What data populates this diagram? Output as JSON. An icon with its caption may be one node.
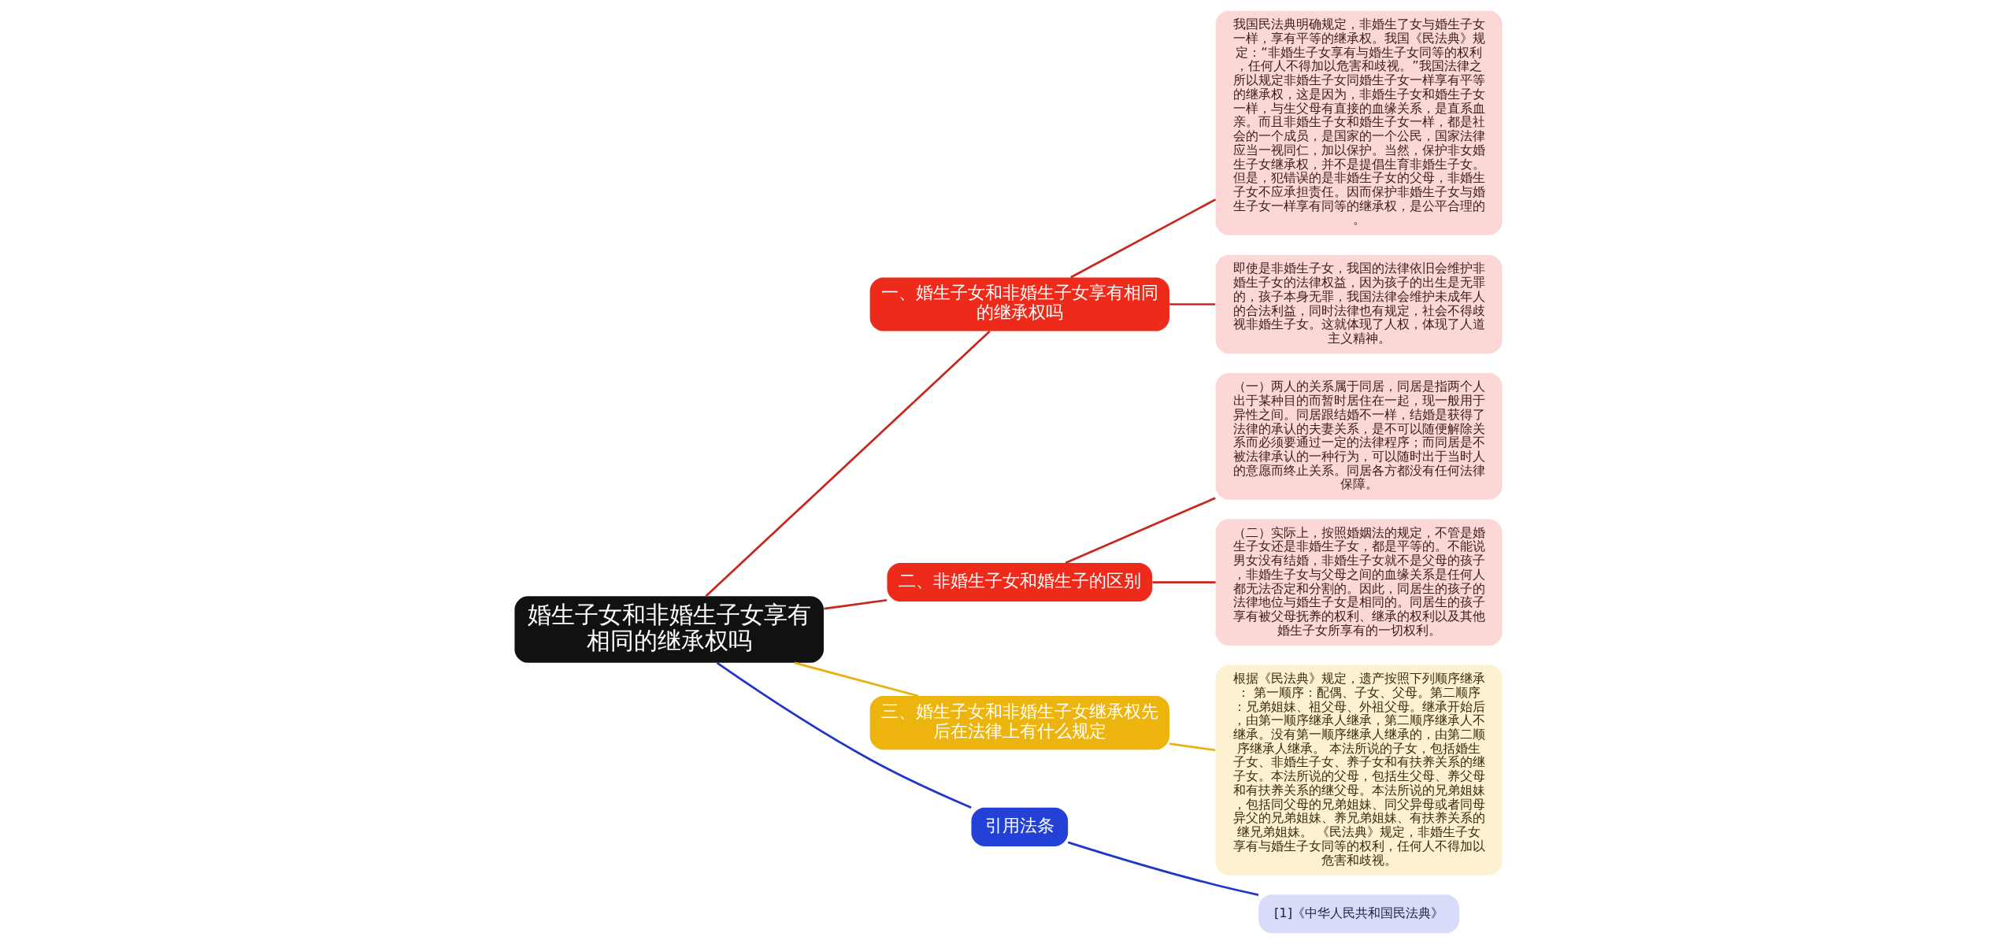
{
  "diagram": {
    "nodes": [
      {
        "text": [
          "婚生子女和非婚生子女享有相同的继承权吗"
        ]
      },
      {
        "text": [
          "一、婚生子女和非婚生子女享有相同的继承权吗"
        ]
      },
      {
        "text": [
          "我国民法典明确规定，非婚生了女与婚生子女一样，享有平等的继承权。我国《民法典》规定：“非婚生子女享有与婚生子女同等的权利，任何人不得加以危害和歧视。”我国法律之所以规定非婚生子女同婚生子女一样享有平等的继承权，这是因为，非婚生子女和婚生子女一样，与生父母有直接的血缘关系，是直系血亲。而且非婚生子女和婚生子女一样，都是社会的一个成员，是国家的一个公民，国家法律应当一视同仁，加以保护。当然，保护非女婚生子女继承权，并不是提倡生育非婚生子女。但是，犯错误的是非婚生子女的父母，非婚生子女不应承担责任。因而保护非婚生子女与婚生子女一样享有同等的继承权，是公平合理的。"
        ]
      },
      {
        "text": [
          "即使是非婚生子女，我国的法律依旧会维护非婚生子女的法律权益，因为孩子的出生是无罪的，孩子本身无罪，我国法律会维护未成年人的合法利益，同时法律也有规定，社会不得歧视非婚生子女。这就体现了人权，体现了人道主义精神。"
        ]
      },
      {
        "text": [
          "二、非婚生子女和婚生子的区别"
        ]
      },
      {
        "text": [
          "（一）两人的关系属于同居，同居是指两个人出于某种目的而暂时居住在一起，现一般用于异性之间。同居跟结婚不一样，结婚是获得了法律的承认的夫妻关系，是不可以随便解除关系而必须要通过一定的法律程序；而同居是不被法律承认的一种行为，可以随时出于当时人的意愿而终止关系。同居各方都没有任何法律保障。"
        ]
      },
      {
        "text": [
          "（二）实际上，按照婚姻法的规定，不管是婚生子女还是非婚生子女，都是平等的。不能说男女没有结婚，非婚生子女就不是父母的孩子，非婚生子女与父母之间的血缘关系是任何人都无法否定和分割的。因此，同居生的孩子的法律地位与婚生子女是相同的。同居生的孩子享有被父母抚养的权利、继承的权利以及其他婚生子女所享有的一切权利。"
        ]
      },
      {
        "text": [
          "三、婚生子女和非婚生子女继承权先后在法律上有什么规定"
        ]
      },
      {
        "text": [
          "根据《民法典》规定，遗产按照下列顺序继承： 第一顺序：配偶、子女、父母。第二顺序：兄弟姐妹、祖父母、外祖父母。继承开始后，由第一顺序继承人继承，第二顺序继承人不继承。没有第一顺序继承人继承的，由第二顺序继承人继承。 本法所说的子女，包括婚生子女、非婚生子女、养子女和有扶养关系的继子女。本法所说的父母，包括生父母、养父母和有扶养关系的继父母。本法所说的兄弟姐妹，包括同父母的兄弟姐妹、同父异母或者同母异父的兄弟姐妹、养兄弟姐妹、有扶养关系的继兄弟姐妹。 《民法典》规定，非婚生子女享有与婚生子女同等的权利，任何人不得加以危害和歧视。"
        ]
      },
      {
        "text": [
          "引用法条"
        ]
      },
      {
        "text": [
          "[1]《中华人民共和国民法典》"
        ]
      }
    ],
    "edges": [
      {
        "from": 0,
        "to": 1,
        "arrow": "none"
      },
      {
        "from": 1,
        "to": 2,
        "arrow": "none"
      },
      {
        "from": 1,
        "to": 3,
        "arrow": "none"
      },
      {
        "from": 0,
        "to": 4,
        "arrow": "none"
      },
      {
        "from": 4,
        "to": 5,
        "arrow": "none"
      },
      {
        "from": 4,
        "to": 6,
        "arrow": "none"
      },
      {
        "from": 0,
        "to": 7,
        "arrow": "none",
        "color": "#e8b10e"
      },
      {
        "from": 7,
        "to": 8,
        "arrow": "none",
        "color": "#e8b10e"
      },
      {
        "from": 0,
        "to": 9,
        "arrow": "none",
        "color": "#1f36c9"
      },
      {
        "from": 9,
        "to": 10,
        "arrow": "none",
        "color": "#1f36c9"
      }
    ]
  }
}
